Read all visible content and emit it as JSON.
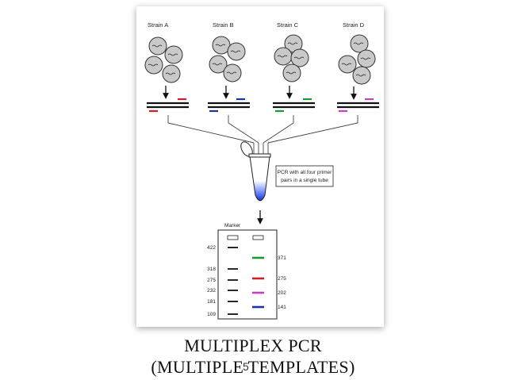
{
  "strains": [
    {
      "label": "Strain A",
      "color": "#cc1f2d"
    },
    {
      "label": "Strain B",
      "color": "#1f2fa8"
    },
    {
      "label": "Strain C",
      "color": "#1f9a2a"
    },
    {
      "label": "Strain D",
      "color": "#c43fc4"
    }
  ],
  "tube_note": {
    "line1": "PCR with all four primer",
    "line2": "pairs in a single tube"
  },
  "gel": {
    "marker_label": "Marker",
    "marker_sizes": [
      "422",
      "318",
      "275",
      "232",
      "181",
      "109"
    ],
    "sample_bands": [
      {
        "size": "371",
        "color": "#1f9a2a"
      },
      {
        "size": "275",
        "color": "#cc1f2d"
      },
      {
        "size": "202",
        "color": "#c43fc4"
      },
      {
        "size": "141",
        "color": "#1f2fa8"
      }
    ]
  },
  "caption": {
    "line1": "MULTIPLEX PCR",
    "line2": "(MULTIPLE TEMPLATES)"
  },
  "slide_number": "5"
}
